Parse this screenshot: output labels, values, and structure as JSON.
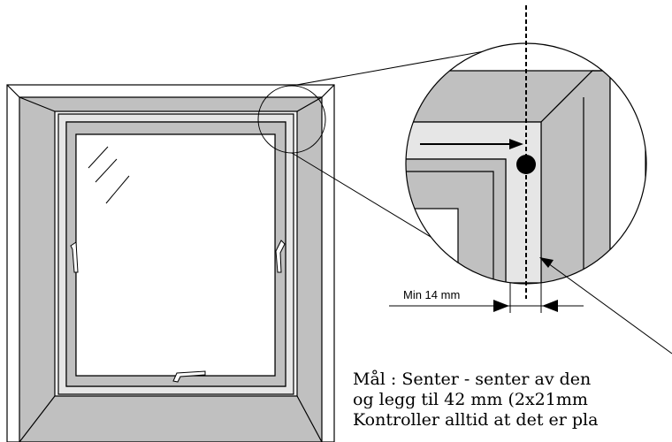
{
  "figure": {
    "dimension_label": "Min 14 mm",
    "caption_lines": [
      "Mål  : Senter - senter av den",
      "og legg til 42 mm  (2x21mm",
      "Kontroller alltid at det er pla"
    ],
    "colors": {
      "frame_fill": "#c0c0c0",
      "sash_fill": "#e6e6e6",
      "stroke": "#000000",
      "background": "#ffffff"
    }
  }
}
